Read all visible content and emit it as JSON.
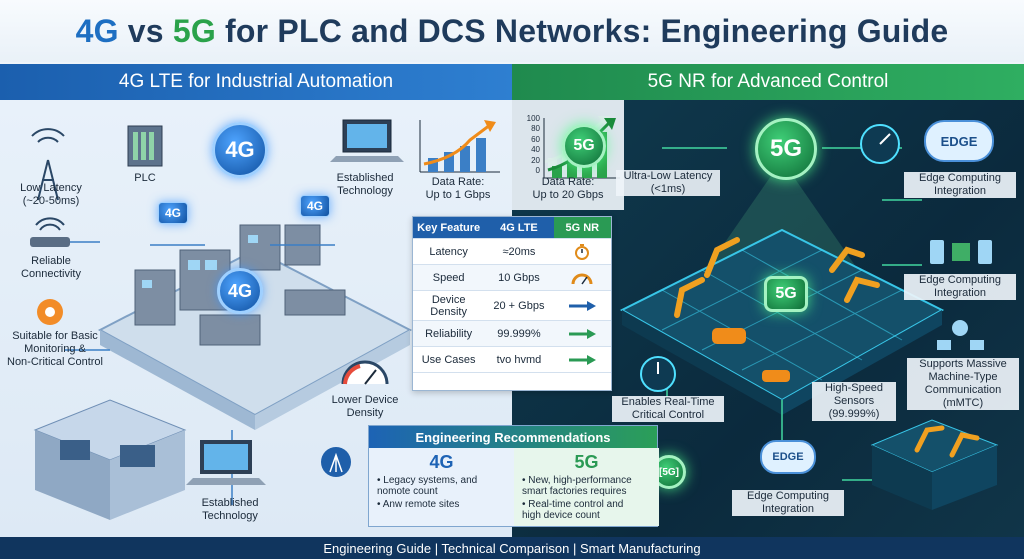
{
  "title": {
    "part1": "4G",
    "part2": " vs ",
    "part3": "5G",
    "part4": " for PLC and DCS Networks: Engineering Guide"
  },
  "left_header": "4G LTE for Industrial Automation",
  "right_header": "5G NR for Advanced Control",
  "left_badges": {
    "main": "4G",
    "tag1": "4G",
    "tag2": "4G",
    "center": "4G"
  },
  "right_badges": {
    "main": "5G",
    "side": "5G",
    "center": "5G",
    "small": "[5G]",
    "edge1": "EDGE",
    "edge2": "EDGE"
  },
  "left_labels": {
    "latency": "Low Latency\n(~20-50ms)",
    "plc": "PLC",
    "established_top": "Established\nTechnology",
    "reliable": "Reliable\nConnectivity",
    "suitable": "Suitable for Basic\nMonitoring &\nNon-Critical Control",
    "lower_density": "Lower Device\nDensity",
    "established_bottom": "Established\nTechnology",
    "data_rate": "Data Rate:\nUp to 1 Gbps"
  },
  "right_labels": {
    "ultra_low": "Ultra-Low Latency\n(<1ms)",
    "data_rate": "Data Rate:\nUp to 20 Gbps",
    "edge_integration_1": "Edge Computing\nIntegration",
    "edge_integration_2": "Edge Computing\nIntegration",
    "mmtc": "Supports Massive\nMachine-Type\nCommunication\n(mMTC)",
    "realtime": "Enables Real-Time\nCritical Control",
    "high_speed": "High-Speed\nSensors\n(99.999%)",
    "edge_integration_3": "Edge Computing\nIntegration"
  },
  "mini_chart_5g_axis": [
    "100",
    "80",
    "60",
    "40",
    "20",
    "0"
  ],
  "comparison_table": {
    "headers": [
      "Key Feature",
      "4G LTE",
      "5G NR"
    ],
    "rows": [
      {
        "feature": "Latency",
        "lte": "≈20ms",
        "nr_icon": "stopwatch-icon"
      },
      {
        "feature": "Speed",
        "lte": "10 Gbps",
        "nr_icon": "gauge-icon"
      },
      {
        "feature": "Device\nDensity",
        "lte": "20 + Gbps",
        "nr_icon": "arrow-right-icon"
      },
      {
        "feature": "Reliability",
        "lte": "99.999%",
        "nr_icon": "arrow-right-icon"
      },
      {
        "feature": "Use Cases",
        "lte": "tvo hvmd",
        "nr_icon": "arrow-right-icon"
      }
    ]
  },
  "recommendations": {
    "title": "Engineering Recommendations",
    "col4g": {
      "label": "4G",
      "bullets": [
        "• Legacy systems, and\n  nomote count",
        "• Anw remote sites"
      ]
    },
    "col5g": {
      "label": "5G",
      "bullets": [
        "• New, high-performance\n  smart factories requires",
        "• Real-time control and\n  high device count"
      ]
    }
  },
  "footer": "Engineering Guide | Technical Comparison | Smart Manufacturing",
  "colors": {
    "blue": "#1e6fc2",
    "green": "#2aa24a",
    "navy": "#10355e"
  }
}
